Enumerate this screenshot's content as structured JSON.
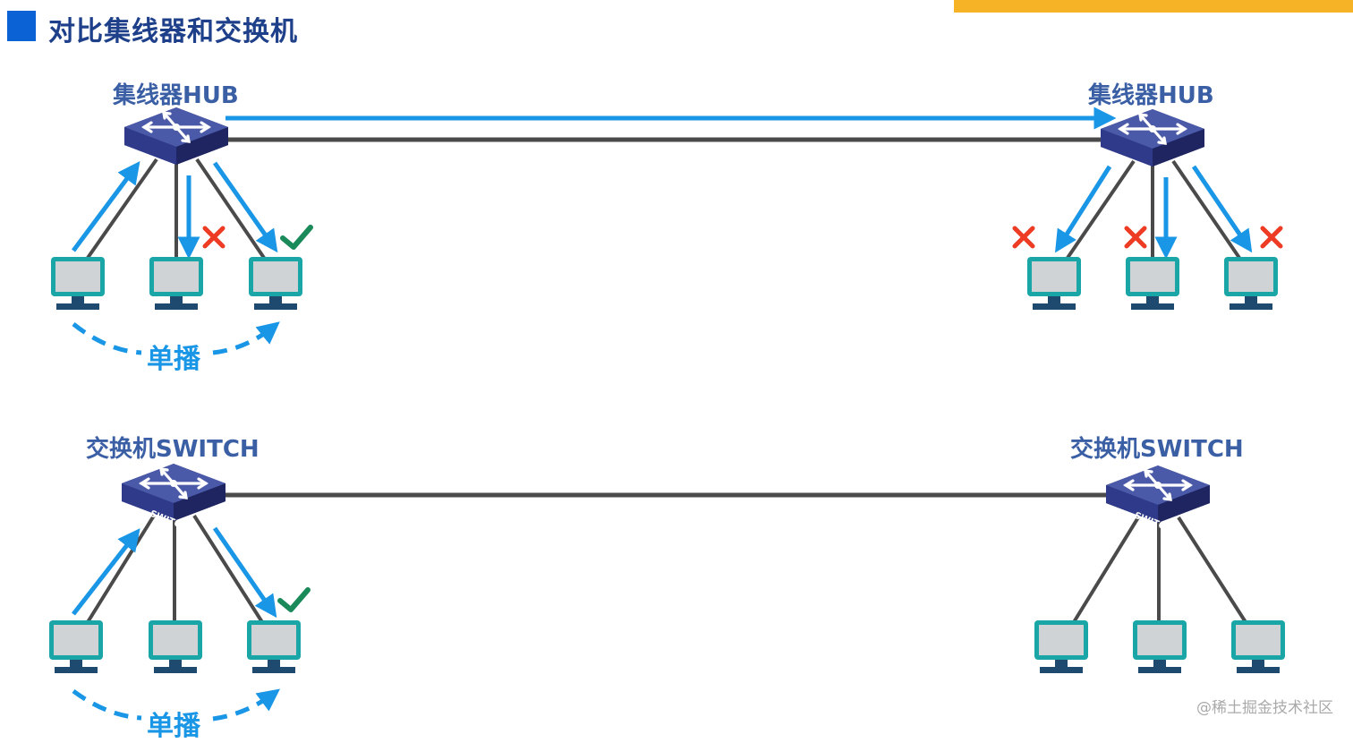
{
  "title": "对比集线器和交换机",
  "top_hub": {
    "left_label": "集线器HUB",
    "right_label": "集线器HUB",
    "unicast_label": "单播"
  },
  "bottom_switch": {
    "left_label": "交换机SWITCH",
    "right_label": "交换机SWITCH",
    "unicast_label": "单播",
    "device_text": "SWITCH"
  },
  "watermark": "@稀土掘金技术社区",
  "colors": {
    "title_square": "#0a62d4",
    "title_text": "#1e3f8a",
    "label_text": "#3b5fa5",
    "cable": "#4a4a4a",
    "data_arrow": "#1a96e6",
    "reject_mark": "#ee3b24",
    "accept_mark": "#1b8a5a",
    "monitor_frame": "#1aa6a6",
    "monitor_screen": "#cfd3d6",
    "device_top": "#4b5aa8",
    "banner": "#f5b325"
  }
}
